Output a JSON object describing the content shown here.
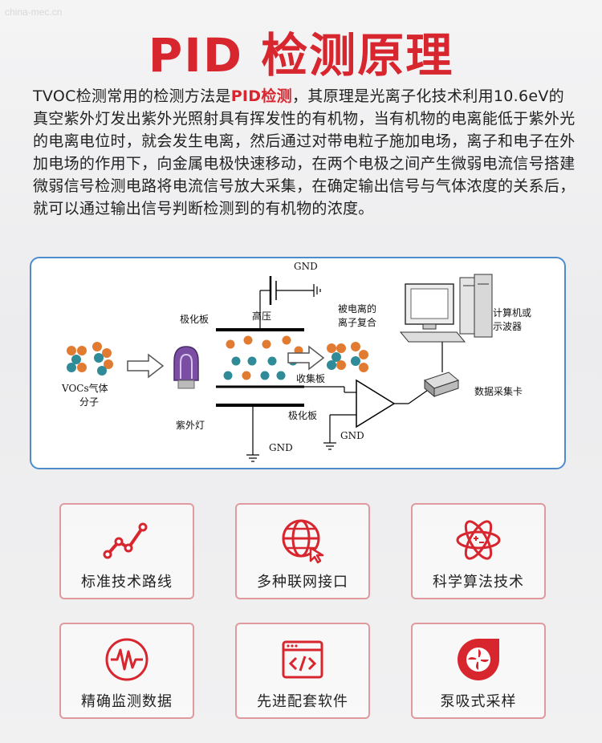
{
  "watermark": "china-mec.cn",
  "title": "PID 检测原理",
  "intro": {
    "before": "TVOC检测常用的检测方法是",
    "highlight": "PID检测",
    "after": "，其原理是光离子化技术利用10.6eV的真空紫外灯发出紫外光照射具有挥发性的有机物，当有机物的电离能低于紫外光的电离电位时，就会发生电离，然后通过对带电粒子施加电场，离子和电子在外加电场的作用下，向金属电极快速移动，在两个电极之间产生微弱电流信号搭建微弱信号检测电路将电流信号放大采集，在确定输出信号与气体浓度的关系后，就可以通过输出信号判断检测到的有机物的浓度。"
  },
  "diagram": {
    "gnd_top": "GND",
    "high_voltage": "高压",
    "polar_plate_top": "极化板",
    "ionized_label_1": "被电离的",
    "ionized_label_2": "离子复合",
    "computer_label_1": "计算机或",
    "computer_label_2": "示波器",
    "vocs_label_1": "VOCs气体",
    "vocs_label_2": "分子",
    "collector_plate": "收集板",
    "polar_plate_bottom": "极化板",
    "uv_lamp": "紫外灯",
    "gnd_amp": "GND",
    "gnd_bottom": "GND",
    "daq_card": "数据采集卡"
  },
  "features": [
    {
      "label": "标准技术路线",
      "icon": "line-chart-icon"
    },
    {
      "label": "多种联网接口",
      "icon": "globe-icon"
    },
    {
      "label": "科学算法技术",
      "icon": "atom-icon"
    },
    {
      "label": "精确监测数据",
      "icon": "pulse-icon"
    },
    {
      "label": "先进配套软件",
      "icon": "code-window-icon"
    },
    {
      "label": "泵吸式采样",
      "icon": "pump-fan-icon"
    }
  ],
  "colors": {
    "accent": "#d8262f",
    "orange": "#e27b32",
    "teal": "#2f8b97",
    "frame": "#4d8ccc"
  }
}
